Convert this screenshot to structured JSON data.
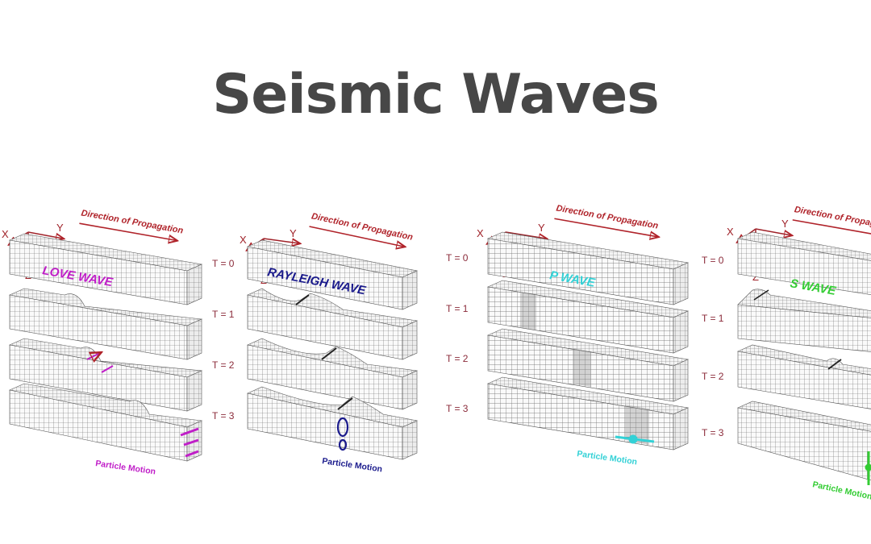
{
  "title": "Seismic Waves",
  "axis_labels": {
    "x": "X",
    "y": "Y",
    "z": "Z"
  },
  "propagation_label": "Direction of Propagation",
  "time_labels": [
    "T = 0",
    "T = 1",
    "T = 2",
    "T = 3"
  ],
  "panels": [
    {
      "id": "love",
      "wave_name": "LOVE WAVE",
      "particle_motion": "Particle Motion",
      "color": "#c01ec8"
    },
    {
      "id": "rayleigh",
      "wave_name": "RAYLEIGH WAVE",
      "particle_motion": "Particle Motion",
      "color": "#1a1a8c"
    },
    {
      "id": "p",
      "wave_name": "P WAVE",
      "particle_motion": "Particle Motion",
      "color": "#33d1d6"
    },
    {
      "id": "s",
      "wave_name": "S WAVE",
      "particle_motion": "Particle Motion",
      "color": "#33cc33"
    }
  ],
  "colors": {
    "title": "#474747",
    "axis": "#a0232a",
    "time_label": "#8b2b3a",
    "grid_line": "#6a6a6a"
  }
}
